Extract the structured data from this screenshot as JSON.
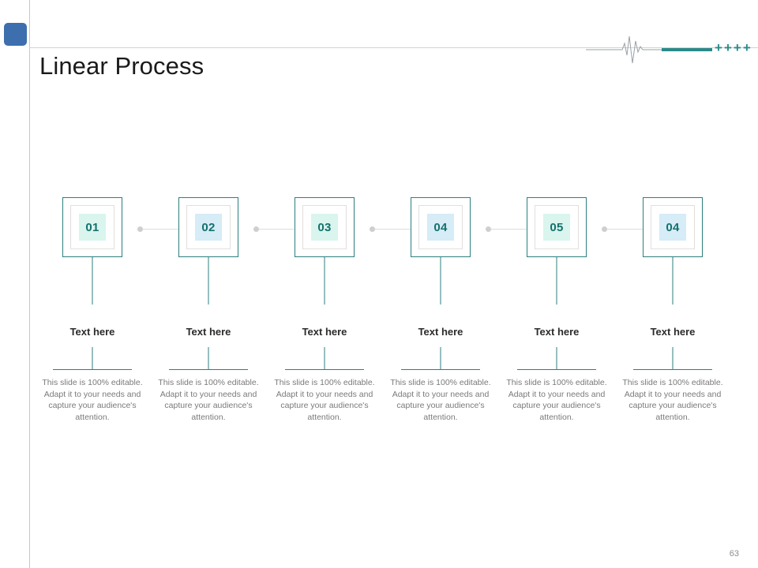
{
  "slide": {
    "title": "Linear Process",
    "page_number": "63",
    "accent_color": "#2c7f7f",
    "logo_color": "#3d6fae",
    "number_text_color": "#15706d",
    "body_text_color": "#7a7a7a"
  },
  "ornament": {
    "pulse_icon": "heartbeat-line-icon",
    "bar_color": "#2b8a8a",
    "plus_marks": [
      "+",
      "+",
      "+",
      "+"
    ]
  },
  "steps": [
    {
      "number": "01",
      "heading": "Text here",
      "body": "This slide is 100% editable. Adapt it to your needs and capture your audience's attention.",
      "fill_color": "#d9f5ee"
    },
    {
      "number": "02",
      "heading": "Text here",
      "body": "This slide is 100% editable. Adapt it to your needs and capture your audience's attention.",
      "fill_color": "#d6ecf7"
    },
    {
      "number": "03",
      "heading": "Text here",
      "body": "This slide is 100% editable. Adapt it to your needs and capture your audience's attention.",
      "fill_color": "#d9f5ee"
    },
    {
      "number": "04",
      "heading": "Text here",
      "body": "This slide is 100% editable. Adapt it to your needs and capture your audience's attention.",
      "fill_color": "#d6ecf7"
    },
    {
      "number": "05",
      "heading": "Text here",
      "body": "This slide is 100% editable. Adapt it to your needs and capture your audience's attention.",
      "fill_color": "#d9f5ee"
    },
    {
      "number": "04",
      "heading": "Text here",
      "body": "This slide is 100% editable. Adapt it to your needs and capture your audience's attention.",
      "fill_color": "#d6ecf7"
    }
  ]
}
